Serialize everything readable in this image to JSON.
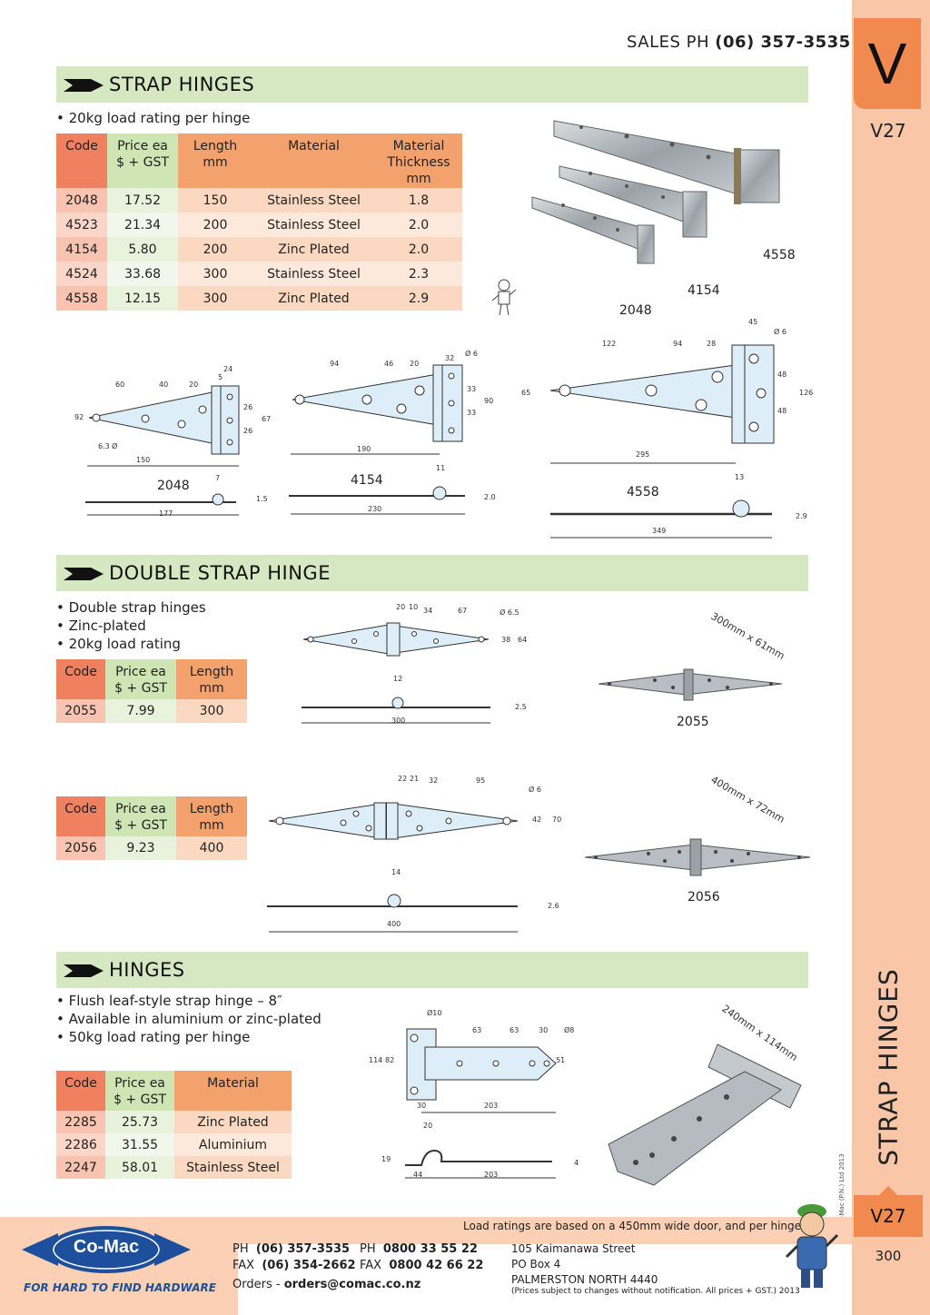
{
  "header": {
    "sales_label": "SALES  PH",
    "sales_phone": "(06) 357-3535",
    "section_letter": "V",
    "page_code": "V27",
    "side_title": "STRAP HINGES",
    "page_number": "300",
    "copyright": "© Co-Mac (P.N.) Ltd 2013"
  },
  "strap": {
    "title": "STRAP HINGES",
    "bullets": [
      "20kg load rating per hinge"
    ],
    "headers": {
      "code": "Code",
      "price": "Price ea\n$ + GST",
      "length": "Length\nmm",
      "material": "Material",
      "thickness": "Material\nThickness\nmm"
    },
    "rows": [
      {
        "code": "2048",
        "price": "17.52",
        "length": "150",
        "material": "Stainless Steel",
        "thickness": "1.8"
      },
      {
        "code": "4523",
        "price": "21.34",
        "length": "200",
        "material": "Stainless Steel",
        "thickness": "2.0"
      },
      {
        "code": "4154",
        "price": "5.80",
        "length": "200",
        "material": "Zinc Plated",
        "thickness": "2.0"
      },
      {
        "code": "4524",
        "price": "33.68",
        "length": "300",
        "material": "Stainless Steel",
        "thickness": "2.3"
      },
      {
        "code": "4558",
        "price": "12.15",
        "length": "300",
        "material": "Zinc Plated",
        "thickness": "2.9"
      }
    ],
    "photo_labels": [
      "4558",
      "4154",
      "2048"
    ],
    "diagrams": {
      "d2048": {
        "label": "2048",
        "dims": [
          "60",
          "40",
          "20",
          "24",
          "5",
          "92",
          "6.3",
          "Ø",
          "150",
          "26",
          "26",
          "67",
          "7",
          "177",
          "1.5"
        ]
      },
      "d4154": {
        "label": "4154",
        "dims": [
          "94",
          "46",
          "20",
          "32",
          "Ø 6",
          "33",
          "33",
          "90",
          "190",
          "11",
          "230",
          "2.0"
        ]
      },
      "d4558": {
        "label": "4558",
        "dims": [
          "45",
          "Ø 6",
          "122",
          "94",
          "28",
          "65",
          "48",
          "48",
          "126",
          "295",
          "13",
          "349",
          "2.9"
        ]
      }
    }
  },
  "double": {
    "title": "DOUBLE STRAP HINGE",
    "bullets": [
      "Double strap hinges",
      "Zinc-plated",
      "20kg load rating"
    ],
    "headers": {
      "code": "Code",
      "price": "Price ea\n$ + GST",
      "length": "Length\nmm"
    },
    "table1": [
      {
        "code": "2055",
        "price": "7.99",
        "length": "300"
      }
    ],
    "table2": [
      {
        "code": "2056",
        "price": "9.23",
        "length": "400"
      }
    ],
    "photo1": {
      "size": "300mm x 61mm",
      "code": "2055"
    },
    "photo2": {
      "size": "400mm x 72mm",
      "code": "2056"
    },
    "diag1": {
      "dims": [
        "20",
        "10",
        "34",
        "67",
        "Ø 6.5",
        "38",
        "64",
        "12",
        "300",
        "2.5"
      ]
    },
    "diag2": {
      "dims": [
        "22",
        "21",
        "32",
        "95",
        "Ø 6",
        "42",
        "70",
        "14",
        "400",
        "2.6"
      ]
    }
  },
  "hinges": {
    "title": "HINGES",
    "bullets": [
      "Flush leaf-style strap hinge – 8″",
      "Available in aluminium or zinc-plated",
      "50kg load rating per hinge"
    ],
    "headers": {
      "code": "Code",
      "price": "Price ea\n$ + GST",
      "material": "Material"
    },
    "rows": [
      {
        "code": "2285",
        "price": "25.73",
        "material": "Zinc Plated"
      },
      {
        "code": "2286",
        "price": "31.55",
        "material": "Aluminium"
      },
      {
        "code": "2247",
        "price": "58.01",
        "material": "Stainless Steel"
      }
    ],
    "photo_size": "240mm x 114mm",
    "diag": {
      "dims": [
        "Ø10",
        "63",
        "63",
        "30",
        "Ø8",
        "114",
        "82",
        "51",
        "30",
        "203",
        "20",
        "19",
        "44",
        "203",
        "4"
      ]
    }
  },
  "footer": {
    "load_note": "Load ratings are based on a 450mm wide door, and per hinge.",
    "logo": "Co-Mac",
    "tagline": "FOR HARD TO FIND HARDWARE",
    "ph_label": "PH",
    "ph": "(06) 357-3535",
    "fax_label": "FAX",
    "fax": "(06) 354-2662",
    "ph2_label": "PH",
    "ph2": "0800 33 55 22",
    "fax2_label": "FAX",
    "fax2": "0800 42 66 22",
    "orders_label": "Orders -",
    "orders": "orders@comac.co.nz",
    "address": [
      "105 Kaimanawa Street",
      "PO Box 4",
      "PALMERSTON NORTH 4440"
    ],
    "note": "(Prices subject to changes without notification.  All prices + GST.)  2013"
  },
  "colors": {
    "band": "#d6e8c2",
    "code_col": "#ef8060",
    "price_col": "#cfe6b4",
    "header": "#f3a26e",
    "side": "#f9c7a8",
    "tab": "#f08a4f",
    "logo_blue": "#1d4f9c"
  }
}
